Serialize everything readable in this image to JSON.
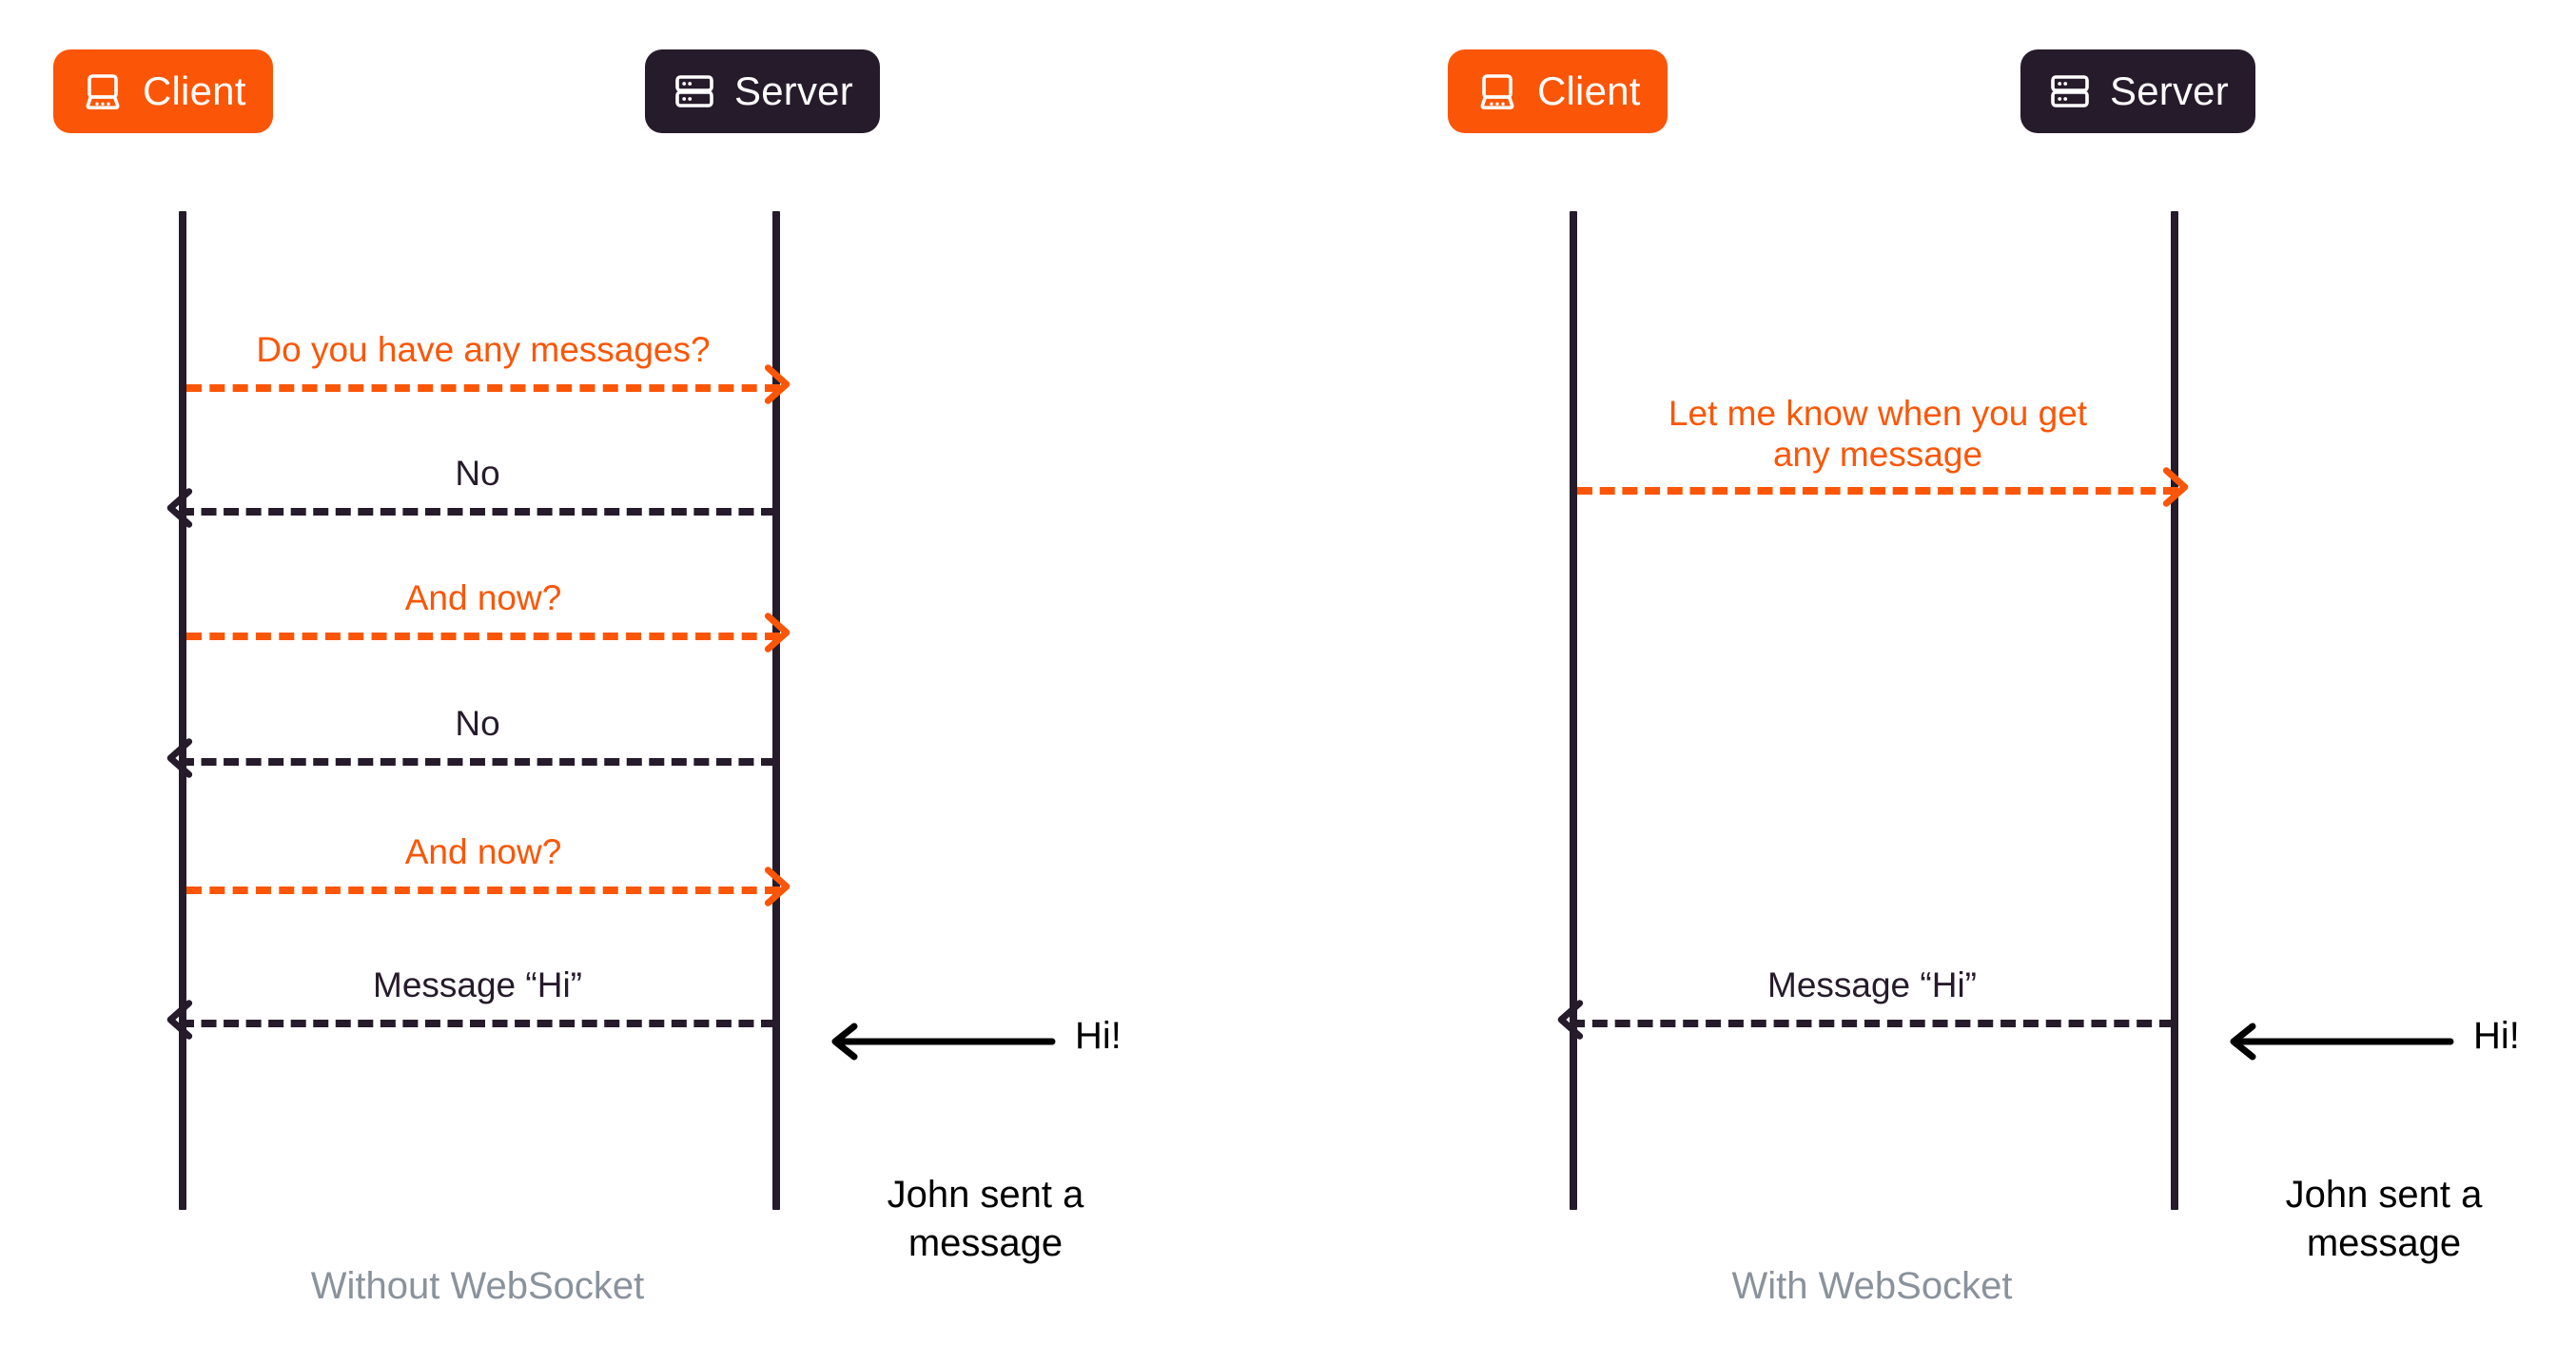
{
  "theme": {
    "accent": "#FB5607",
    "dark": "#261B2B",
    "caption_gray": "#8A929B",
    "background": "#FFFFFF",
    "solid_black": "#000000"
  },
  "panels": [
    {
      "id": "without-websocket",
      "caption": "Without WebSocket",
      "actors": [
        {
          "id": "client",
          "label": "Client",
          "icon": "laptop-icon",
          "style": "accent"
        },
        {
          "id": "server",
          "label": "Server",
          "icon": "server-rack-icon",
          "style": "dark"
        }
      ],
      "messages": [
        {
          "id": "m1",
          "text": "Do you have any messages?",
          "direction": "client-to-server",
          "style": "request"
        },
        {
          "id": "m2",
          "text": "No",
          "direction": "server-to-client",
          "style": "response"
        },
        {
          "id": "m3",
          "text": "And now?",
          "direction": "client-to-server",
          "style": "request"
        },
        {
          "id": "m4",
          "text": "No",
          "direction": "server-to-client",
          "style": "response"
        },
        {
          "id": "m5",
          "text": "And now?",
          "direction": "client-to-server",
          "style": "request"
        },
        {
          "id": "m6",
          "text": "Message “Hi”",
          "direction": "server-to-client",
          "style": "response"
        }
      ],
      "external": {
        "arrow_label": "Hi!",
        "note": "John sent a\nmessage"
      }
    },
    {
      "id": "with-websocket",
      "caption": "With WebSocket",
      "actors": [
        {
          "id": "client",
          "label": "Client",
          "icon": "laptop-icon",
          "style": "accent"
        },
        {
          "id": "server",
          "label": "Server",
          "icon": "server-rack-icon",
          "style": "dark"
        }
      ],
      "messages": [
        {
          "id": "m1",
          "text": "Let me know when you get\nany message",
          "direction": "client-to-server",
          "style": "request"
        },
        {
          "id": "m2",
          "text": "Message “Hi”",
          "direction": "server-to-client",
          "style": "response"
        }
      ],
      "external": {
        "arrow_label": "Hi!",
        "note": "John sent a\nmessage"
      }
    }
  ]
}
